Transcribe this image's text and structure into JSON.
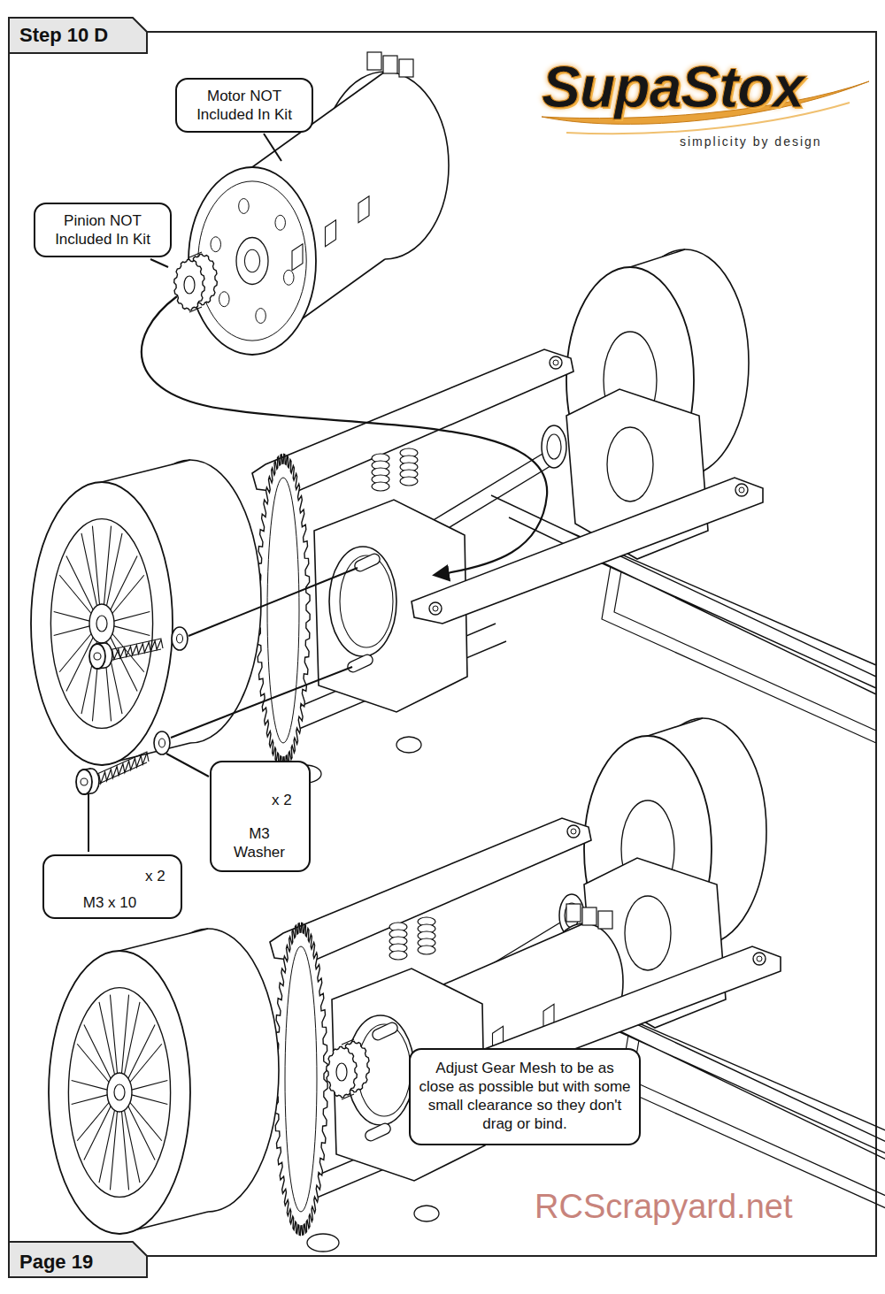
{
  "diagram": {
    "title": "Step 10 D",
    "nodes": [
      {
        "text": [
          "Motor NOT Included In Kit"
        ]
      },
      {
        "text": [
          "Pinion NOT Included In Kit"
        ]
      },
      {
        "text": [
          "x 2",
          "M3 Washer"
        ]
      },
      {
        "text": [
          "x 2",
          "M3 x 10"
        ]
      },
      {
        "text": [
          "Adjust Gear Mesh to be as close as possible but with some small clearance so they don't drag or bind."
        ]
      }
    ],
    "labels": [
      "SupaStox",
      "simplicity by design",
      "Page 19",
      "RCScrapyard.net"
    ]
  }
}
